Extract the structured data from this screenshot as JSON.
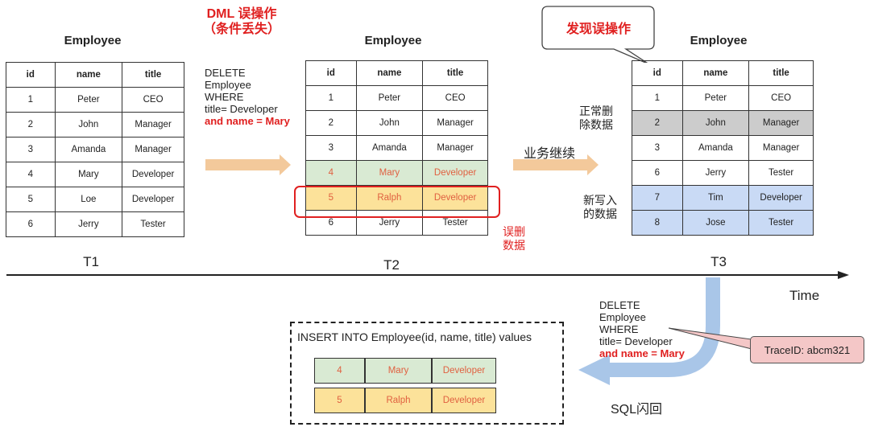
{
  "header_note": {
    "line1": "DML 误操作",
    "line2": "（条件丢失）"
  },
  "callout_discover": "发现误操作",
  "tables": {
    "t1": {
      "title": "Employee",
      "label": "T1",
      "columns": [
        "id",
        "name",
        "title"
      ],
      "rows": [
        [
          "1",
          "Peter",
          "CEO"
        ],
        [
          "2",
          "John",
          "Manager"
        ],
        [
          "3",
          "Amanda",
          "Manager"
        ],
        [
          "4",
          "Mary",
          "Developer"
        ],
        [
          "5",
          "Loe",
          "Developer"
        ],
        [
          "6",
          "Jerry",
          "Tester"
        ]
      ]
    },
    "t2": {
      "title": "Employee",
      "label": "T2",
      "columns": [
        "id",
        "name",
        "title"
      ],
      "rows": [
        [
          "1",
          "Peter",
          "CEO"
        ],
        [
          "2",
          "John",
          "Manager"
        ],
        [
          "3",
          "Amanda",
          "Manager"
        ],
        [
          "4",
          "Mary",
          "Developer"
        ],
        [
          "5",
          "Ralph",
          "Developer"
        ],
        [
          "6",
          "Jerry",
          "Tester"
        ]
      ]
    },
    "t3": {
      "title": "Employee",
      "label": "T3",
      "columns": [
        "id",
        "name",
        "title"
      ],
      "rows": [
        [
          "1",
          "Peter",
          "CEO"
        ],
        [
          "2",
          "John",
          "Manager"
        ],
        [
          "3",
          "Amanda",
          "Manager"
        ],
        [
          "6",
          "Jerry",
          "Tester"
        ],
        [
          "7",
          "Tim",
          "Developer"
        ],
        [
          "8",
          "Jose",
          "Tester"
        ]
      ]
    }
  },
  "sql_delete": {
    "line1": "DELETE",
    "line2": "Employee",
    "line3": "WHERE",
    "line4": "title= Developer",
    "line5": "and name = Mary"
  },
  "notes": {
    "mistaken_delete": {
      "line1": "误删",
      "line2": "数据"
    },
    "business_continue": "业务继续",
    "normal_delete": {
      "line1": "正常删",
      "line2": "除数据"
    },
    "new_data": {
      "line1": "新写入",
      "line2": "的数据"
    }
  },
  "timeline": {
    "label": "Time"
  },
  "flashback": {
    "label": "SQL闪回",
    "trace_id": "TraceID: abcm321",
    "insert_sql": "INSERT INTO Employee(id, name, title) values",
    "insert_rows": [
      [
        "4",
        "Mary",
        "Developer"
      ],
      [
        "5",
        "Ralph",
        "Developer"
      ]
    ]
  },
  "colors": {
    "accent_red": "#e02020",
    "arrow_orange": "#f3c99b",
    "flashback_blue": "#a9c6e8",
    "restored_green": "#d9ead3",
    "restored_yellow": "#fce29a",
    "deleted_gray": "#cccccc",
    "new_blue": "#c9daf5",
    "trace_pink": "#f4c7c7"
  }
}
